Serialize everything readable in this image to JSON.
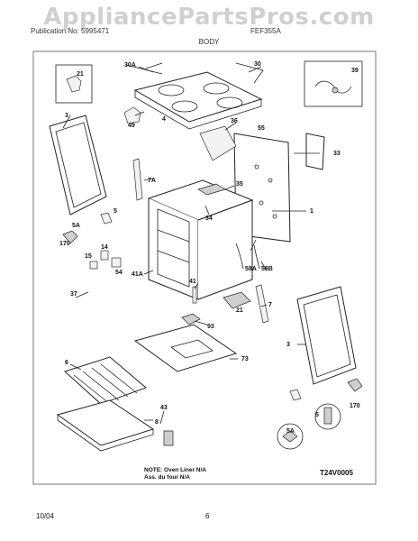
{
  "watermark": "AppliancePartsPros.com",
  "header": {
    "left": "Publication No: 5995471",
    "right": "FEF355A",
    "section": "BODY"
  },
  "note": {
    "line1": "NOTE: Oven Liner N/A",
    "line2": "Ass. du four N/A"
  },
  "diagram_code": "T24V0005",
  "footer": {
    "date": "10/04",
    "page": "6"
  },
  "callouts": {
    "c21a": "21",
    "c30a": "30A",
    "c30": "30",
    "c39": "39",
    "c3a": "3",
    "c4": "4",
    "c49": "49",
    "c36": "36",
    "c55": "55",
    "c33": "33",
    "c7a": "7A",
    "c35": "35",
    "c5a": "5",
    "c5aa": "5A",
    "c170a": "170",
    "c14": "14",
    "c15": "15",
    "c54": "54",
    "c34": "34",
    "c1": "1",
    "c41a": "41A",
    "c58a": "58A",
    "c58b": "58B",
    "c37": "37",
    "c41": "41",
    "c21b": "21",
    "c7": "7",
    "c93": "93",
    "c3b": "3",
    "c73": "73",
    "c6": "6",
    "c43": "43",
    "c8": "8",
    "c5b": "5",
    "c170b": "170",
    "c5ab": "5A"
  }
}
